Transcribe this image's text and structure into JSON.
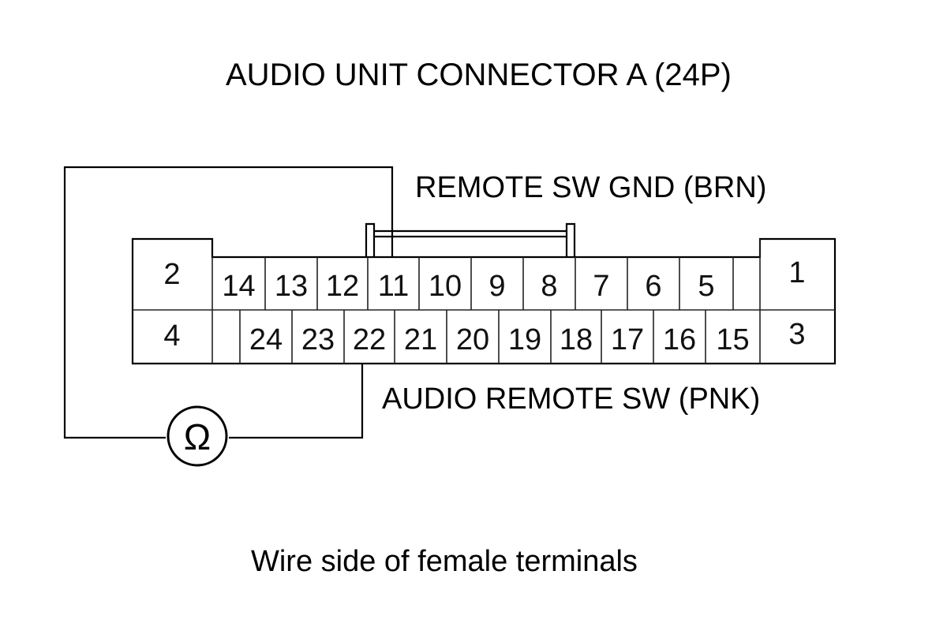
{
  "title": "AUDIO UNIT CONNECTOR A (24P)",
  "labels": {
    "ground_wire": "REMOTE SW GND (BRN)",
    "signal_wire": "AUDIO REMOTE SW (PNK)",
    "footer": "Wire side of female terminals"
  },
  "meter_symbol": "Ω",
  "meter_icon": "ohmmeter-icon",
  "connector": {
    "left_block": [
      "2",
      "4"
    ],
    "right_block": [
      "1",
      "3"
    ],
    "top_row": [
      "14",
      "13",
      "12",
      "11",
      "10",
      "9",
      "8",
      "7",
      "6",
      "5",
      ""
    ],
    "bottom_row": [
      "",
      "24",
      "23",
      "22",
      "21",
      "20",
      "19",
      "18",
      "17",
      "16",
      "15"
    ]
  },
  "probes": {
    "ground_terminal": "11",
    "signal_terminal": "22"
  }
}
